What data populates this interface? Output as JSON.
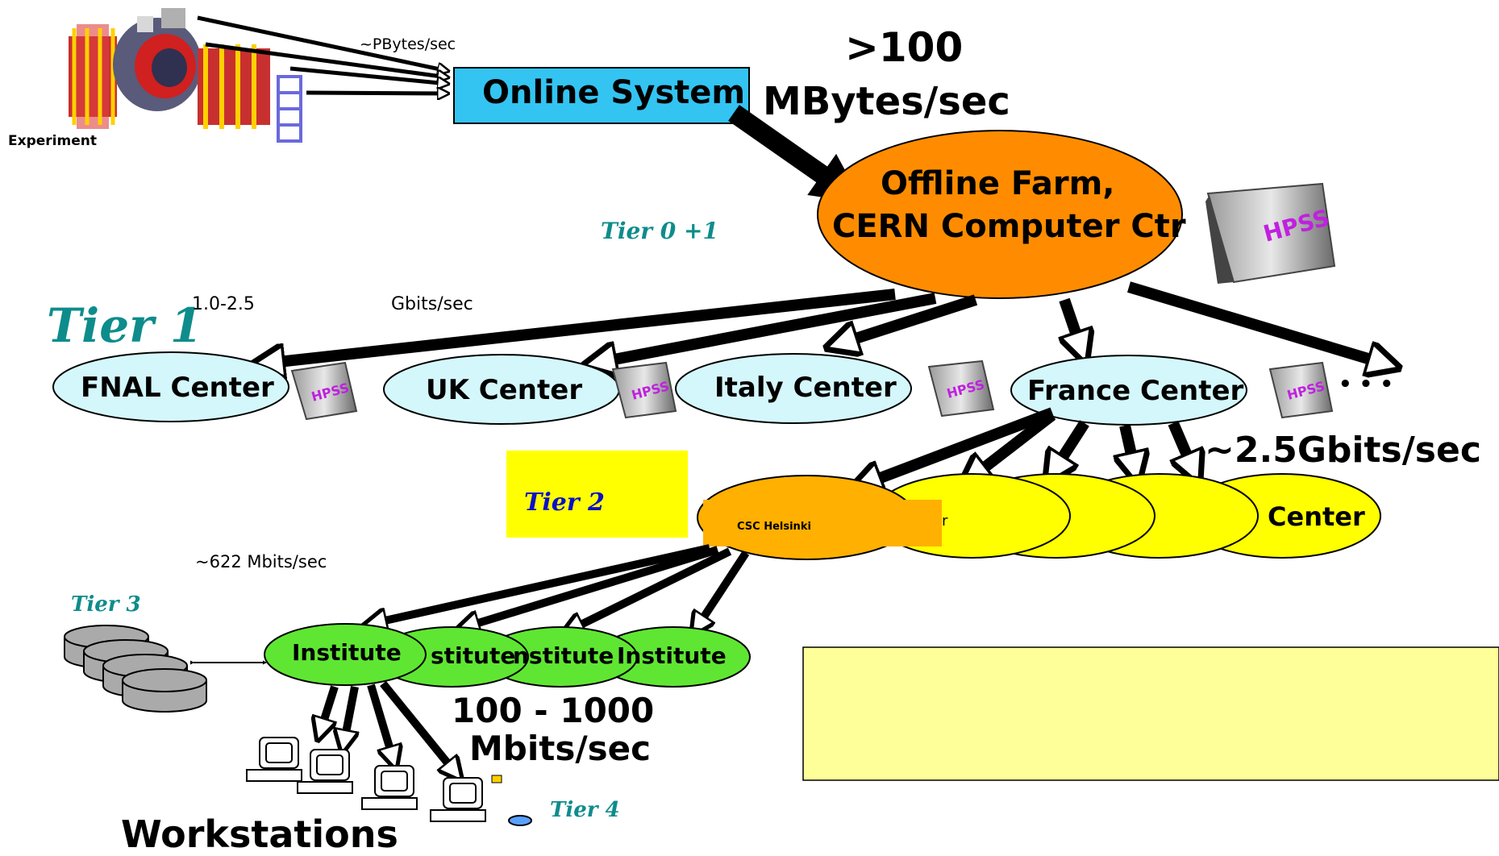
{
  "labels": {
    "experiment": "Experiment",
    "pbytes": "~PBytes/sec",
    "online_system": "Online System",
    "rate_100": ">100",
    "rate_mbytes": "MBytes/sec",
    "offline_farm_line1": "Offline Farm,",
    "offline_farm_line2": "CERN Computer Ctr",
    "tier01": "Tier 0 +1",
    "tier1": "Tier 1",
    "gbits_range": "1.0-2.5",
    "gbits_unit": "Gbits/sec",
    "fnal": "FNAL Center",
    "uk": "UK Center",
    "italy": "Italy Center",
    "france": "France Center",
    "ellipsis": "• • •",
    "rate_25": "~2.5Gbits/sec",
    "tier2": "Tier 2",
    "csc_helsinki": "CSC Helsinki",
    "center": "Center",
    "r": "r",
    "mbits622": "~622 Mbits/sec",
    "tier3": "Tier 3",
    "institute": "Institute",
    "institute_cut1": "stitute",
    "institute_cut2": "nstitute",
    "rate_100_1000_line1": "100 - 1000",
    "rate_100_1000_line2": "Mbits/sec",
    "tier4": "Tier 4",
    "workstations": "Workstations",
    "hpss": "HPSS"
  },
  "colors": {
    "online_fill": "#33c4f2",
    "offline_fill": "#ff8c00",
    "tier1_fill": "#d4f7fb",
    "tier2_fill": "#ffff00",
    "csc_fill": "#ffb000",
    "institute_fill": "#5fe632",
    "note_fill": "#ffff99",
    "tier_text": "#0e8c8c",
    "tier2_text": "#0a10c8"
  }
}
